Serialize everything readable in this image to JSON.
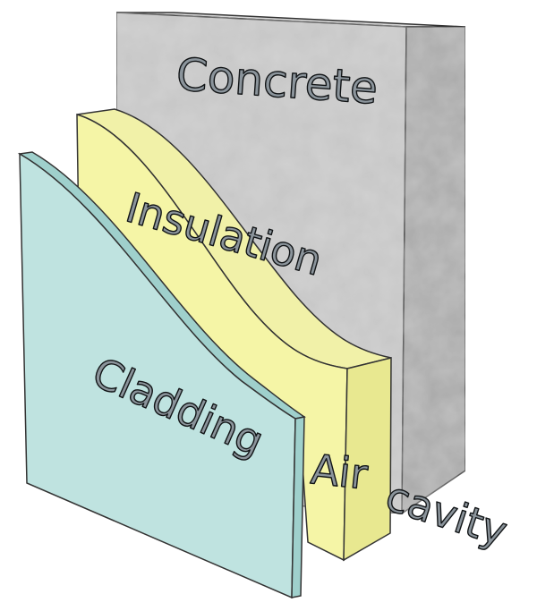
{
  "layers": {
    "concrete": {
      "label": "Concrete",
      "color": "#c9c9c9"
    },
    "insulation": {
      "label": "Insulation",
      "color": "#f3f3a0"
    },
    "cladding": {
      "label": "Cladding",
      "color": "#bfe3e0"
    },
    "air_cavity": {
      "label_line1": "Air",
      "label_line2": "cavity"
    }
  },
  "label_color": "#8a939a"
}
